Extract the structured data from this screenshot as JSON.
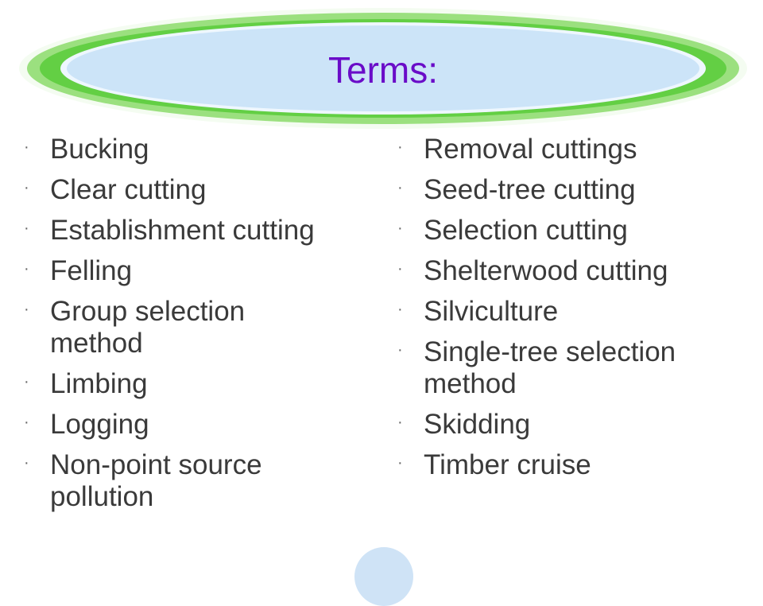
{
  "slide": {
    "title": "Terms:",
    "bullet_glyph": "·",
    "left_terms": [
      "Bucking",
      "Clear cutting",
      "Establishment cutting",
      "Felling",
      "Group selection method",
      "Limbing",
      "Logging",
      "Non-point source pollution"
    ],
    "right_terms": [
      "Removal cuttings",
      "Seed-tree cutting",
      "Selection cutting",
      "Shelterwood cutting",
      "Silviculture",
      "Single-tree selection method",
      "Skidding",
      "Timber cruise"
    ],
    "colors": {
      "title": "#6a0cc8",
      "text": "#3a3a3a",
      "ellipse_fill": "#cce4f8",
      "ellipse_ring": "#63cf44"
    }
  }
}
